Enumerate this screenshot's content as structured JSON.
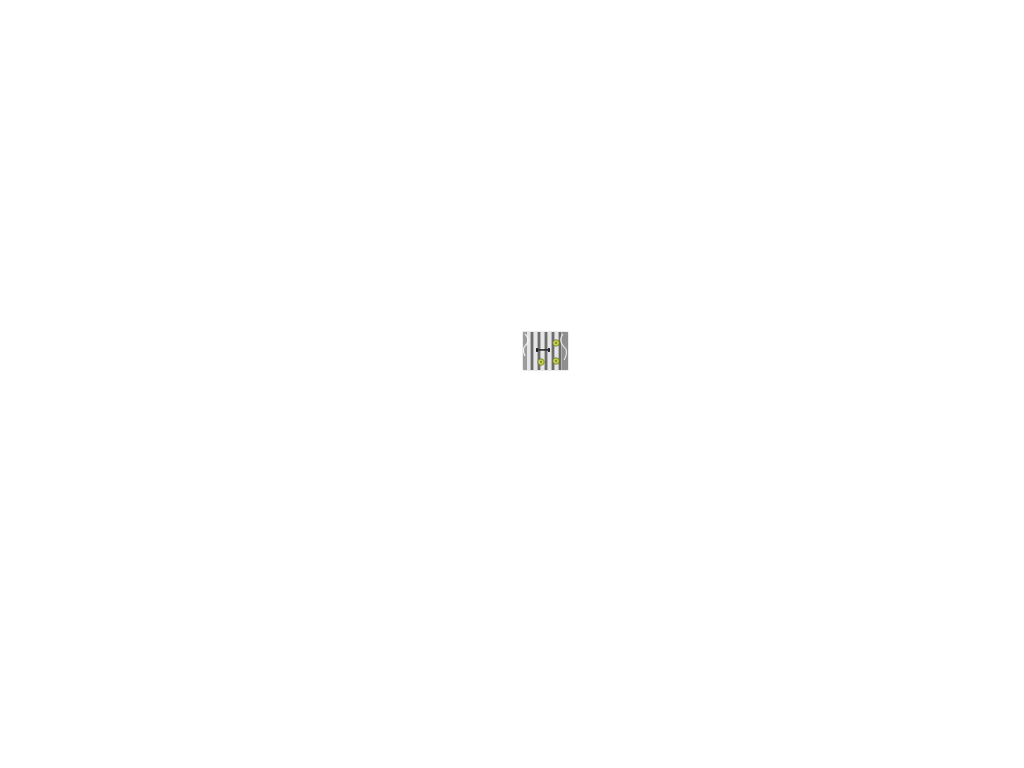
{
  "page": {
    "background": "#ffffff"
  },
  "map_tile": {
    "kind": "satellite thumbnail",
    "colors": {
      "base": "#b3b3b3",
      "dark_strip": "#6c6c6c",
      "light_strip": "#e6e6e6",
      "marker": "#c8d45a",
      "marker_outline": "#6f7a22",
      "road": "#f7f7f7"
    },
    "markers": [
      "marker-a",
      "marker-b",
      "marker-c"
    ]
  }
}
